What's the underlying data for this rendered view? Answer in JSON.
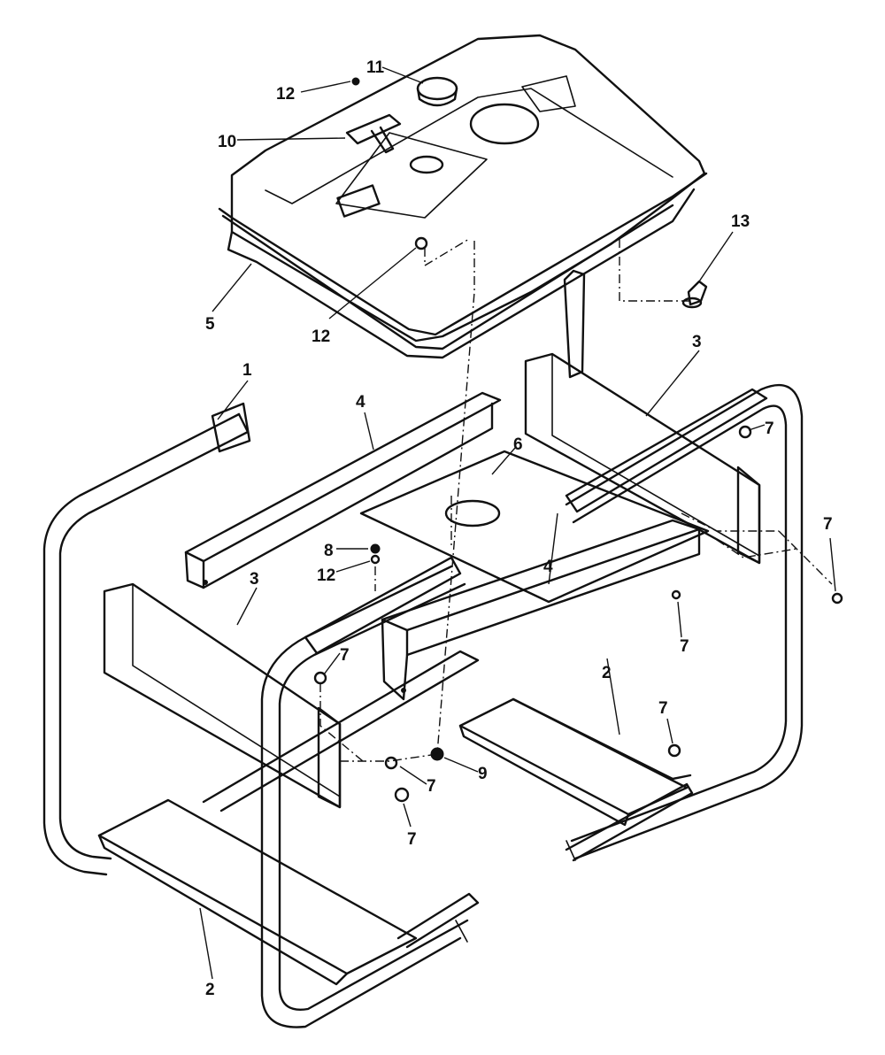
{
  "diagram": {
    "callouts": [
      {
        "id": "c1",
        "label": "1"
      },
      {
        "id": "c2a",
        "label": "2"
      },
      {
        "id": "c2b",
        "label": "2"
      },
      {
        "id": "c3a",
        "label": "3"
      },
      {
        "id": "c3b",
        "label": "3"
      },
      {
        "id": "c4a",
        "label": "4"
      },
      {
        "id": "c4b",
        "label": "4"
      },
      {
        "id": "c5",
        "label": "5"
      },
      {
        "id": "c6",
        "label": "6"
      },
      {
        "id": "c7a",
        "label": "7"
      },
      {
        "id": "c7b",
        "label": "7"
      },
      {
        "id": "c7c",
        "label": "7"
      },
      {
        "id": "c7d",
        "label": "7"
      },
      {
        "id": "c7e",
        "label": "7"
      },
      {
        "id": "c7f",
        "label": "7"
      },
      {
        "id": "c7g",
        "label": "7"
      },
      {
        "id": "c8",
        "label": "8"
      },
      {
        "id": "c9",
        "label": "9"
      },
      {
        "id": "c10",
        "label": "10"
      },
      {
        "id": "c11",
        "label": "11"
      },
      {
        "id": "c12a",
        "label": "12"
      },
      {
        "id": "c12b",
        "label": "12"
      },
      {
        "id": "c12c",
        "label": "12"
      },
      {
        "id": "c13",
        "label": "13"
      }
    ]
  }
}
